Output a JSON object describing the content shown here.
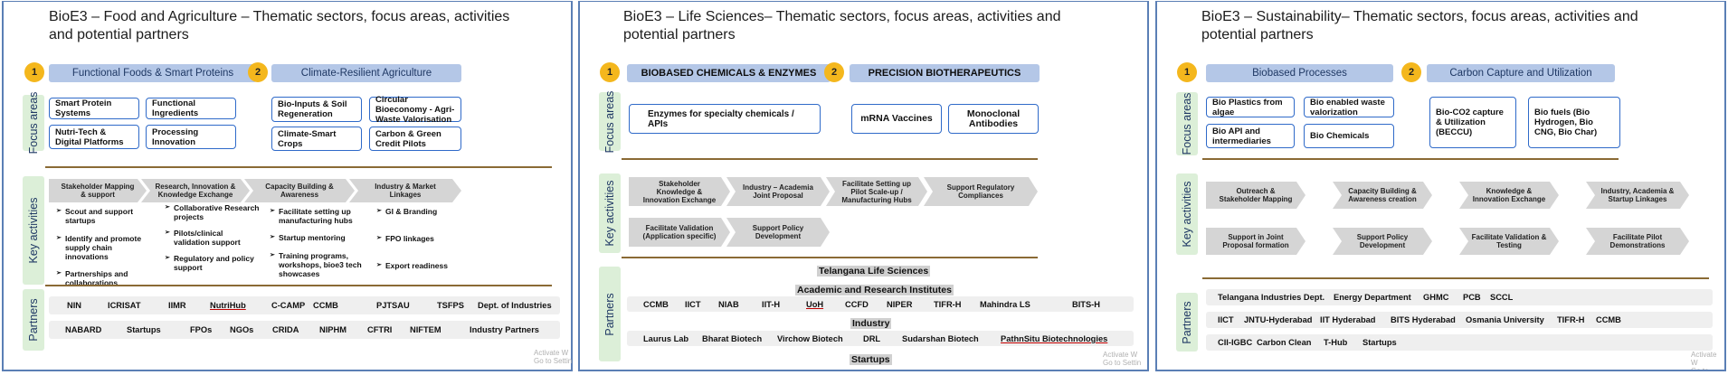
{
  "slides": [
    {
      "title": "BioE3 – Food and Agriculture – Thematic sectors, focus areas, activities and potential partners",
      "n1": "1",
      "n2": "2",
      "sector1": "Functional Foods & Smart Proteins",
      "sector2": "Climate-Resilient Agriculture",
      "focus_label": "Focus areas",
      "activities_label": "Key activities",
      "partners_label": "Partners",
      "focus": [
        "Smart Protein Systems",
        "Functional Ingredients",
        "Nutri-Tech & Digital Platforms",
        "Processing Innovation",
        "Bio-Inputs & Soil Regeneration",
        "Circular Bioeconomy - Agri-Waste Valorisation",
        "Climate-Smart Crops",
        "Carbon & Green Credit Pilots"
      ],
      "activities": [
        "Stakeholder Mapping & support",
        "Research, Innovation & Knowledge Exchange",
        "Capacity Building & Awareness",
        "Industry & Market Linkages"
      ],
      "bullets": [
        [
          "Scout and support startups",
          "Identify and promote supply chain innovations",
          "Partnerships and collaborations"
        ],
        [
          "Collaborative Research projects",
          "Pilots/clinical validation support",
          "Regulatory and policy support"
        ],
        [
          "Facilitate setting up manufacturing hubs",
          "Startup mentoring",
          "Training programs, workshops, bioe3 tech showcases"
        ],
        [
          "GI & Branding",
          "FPO linkages",
          "Export readiness"
        ]
      ],
      "partners_row1": [
        "NIN",
        "ICRISAT",
        "IIMR",
        "NutriHub",
        "C-CAMP",
        "CCMB",
        "PJTSAU",
        "TSFPS",
        "Dept. of Industries"
      ],
      "partners_row2": [
        "NABARD",
        "Startups",
        "FPOs",
        "NGOs",
        "CRIDA",
        "NIPHM",
        "CFTRI",
        "NIFTEM",
        "Industry Partners"
      ]
    },
    {
      "title": "BioE3 – Life Sciences– Thematic sectors, focus areas, activities and potential partners",
      "n1": "1",
      "n2": "2",
      "sector1": "BIOBASED CHEMICALS & ENZYMES",
      "sector2": "PRECISION BIOTHERAPEUTICS",
      "focus_label": "Focus areas",
      "activities_label": "Key activities",
      "partners_label": "Partners",
      "focus": [
        "Enzymes for specialty chemicals / APIs",
        "mRNA Vaccines",
        "Monoclonal Antibodies"
      ],
      "activities": [
        "Stakeholder Knowledge & Innovation Exchange",
        "Industry – Academia Joint Proposal",
        "Facilitate Setting up Pilot Scale-up / Manufacturing Hubs",
        "Support Regulatory Compliances",
        "Facilitate Validation (Application specific)",
        "Support Policy Development"
      ],
      "hdr_tls": "Telangana Life Sciences",
      "hdr_academic": "Academic and Research Institutes",
      "academic": [
        "CCMB",
        "IICT",
        "NIAB",
        "IIT-H",
        "UoH",
        "CCFD",
        "NIPER",
        "TIFR-H",
        "Mahindra LS",
        "BITS-H"
      ],
      "hdr_industry": "Industry",
      "industry": [
        "Laurus Lab",
        "Bharat Biotech",
        "Virchow Biotech",
        "DRL",
        "Sudarshan Biotech",
        "PathnSitu Biotechnologies"
      ],
      "hdr_startups": "Startups"
    },
    {
      "title": "BioE3 – Sustainability– Thematic sectors, focus areas, activities and potential partners",
      "n1": "1",
      "n2": "2",
      "sector1": "Biobased Processes",
      "sector2": "Carbon Capture and Utilization",
      "focus_label": "Focus areas",
      "activities_label": "Key activities",
      "partners_label": "Partners",
      "focus": [
        "Bio Plastics from algae",
        "Bio enabled waste valorization",
        "Bio API and intermediaries",
        "Bio Chemicals",
        "Bio-CO2 capture & Utilization (BECCU)",
        "Bio fuels (Bio Hydrogen, Bio CNG, Bio Char)"
      ],
      "activities": [
        "Outreach & Stakeholder Mapping",
        "Capacity Building & Awareness creation",
        "Knowledge & Innovation Exchange",
        "Industry, Academia & Startup Linkages",
        "Support in Joint Proposal formation",
        "Support Policy Development",
        "Facilitate Validation & Testing",
        "Facilitate Pilot Demonstrations"
      ],
      "partners_row1": [
        "Telangana Industries Dept.",
        "Energy Department",
        "GHMC",
        "PCB",
        "SCCL"
      ],
      "partners_row2": [
        "IICT",
        "JNTU-Hyderabad",
        "IIT Hyderabad",
        "BITS Hyderabad",
        "Osmania University",
        "TIFR-H",
        "CCMB"
      ],
      "partners_row3": [
        "CII-IGBC",
        "Carbon Clean",
        "T-Hub",
        "Startups"
      ]
    }
  ],
  "watermark": {
    "line1": "Activate W",
    "line2": "Go to Settin"
  },
  "colors": {
    "accent_pill": "#b4c7e7",
    "number_badge": "#f4b71d",
    "box_border": "#2f6ac9",
    "side_label": "#dcefd8",
    "divider": "#8a6a35",
    "chevron": "#d5d5d5"
  }
}
